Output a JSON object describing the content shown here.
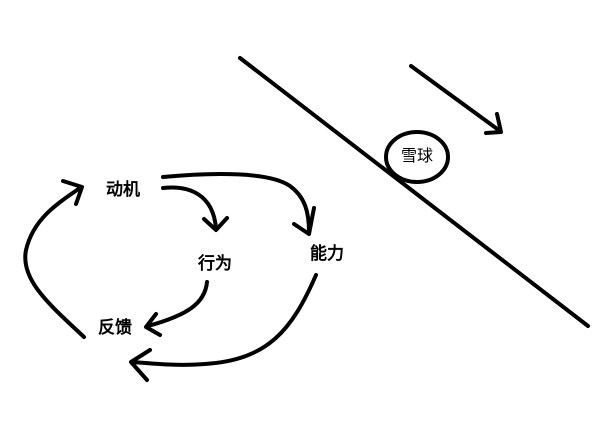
{
  "nodes": {
    "motivation": "动机",
    "behavior": "行为",
    "ability": "能力",
    "feedback": "反馈"
  },
  "snowball": {
    "label": "雪球"
  },
  "colors": {
    "ink": "#000000",
    "background": "#ffffff"
  }
}
